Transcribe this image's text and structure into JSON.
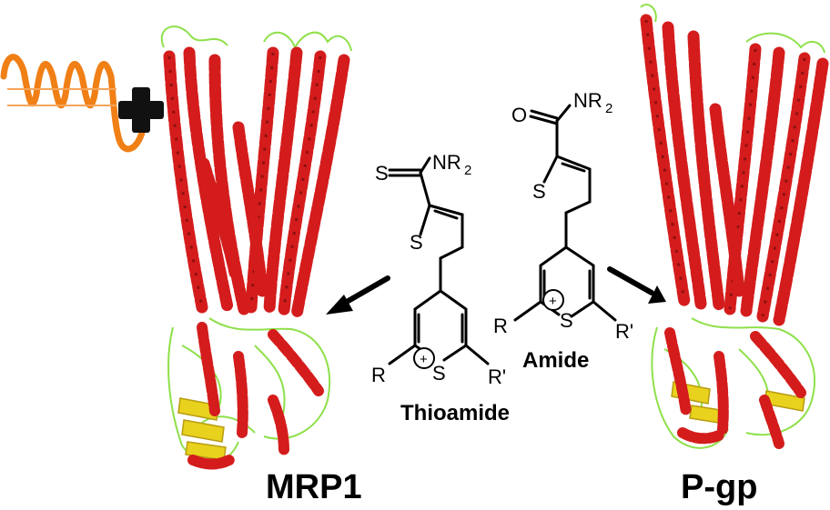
{
  "proteins": {
    "left": {
      "label": "MRP1"
    },
    "right": {
      "label": "P-gp"
    }
  },
  "compounds": {
    "thioamide": {
      "name": "Thioamide",
      "atoms": {
        "s_exo": "S",
        "nr2": "NR",
        "nr2_sub": "2",
        "ring_s": "S",
        "pyr_s": "S",
        "r": "R",
        "r_prime": "R'",
        "charge": "+"
      }
    },
    "amide": {
      "name": "Amide",
      "atoms": {
        "o_exo": "O",
        "nr2": "NR",
        "nr2_sub": "2",
        "ring_s": "S",
        "pyr_s": "S",
        "r": "R",
        "r_prime": "R'",
        "charge": "+"
      }
    }
  },
  "colors": {
    "helix": "#d41c1c",
    "loop": "#8ee04a",
    "sheet": "#e8d21e",
    "extra_domain": "#f07f16"
  },
  "icons": [
    "plus-icon",
    "arrow-icon"
  ]
}
